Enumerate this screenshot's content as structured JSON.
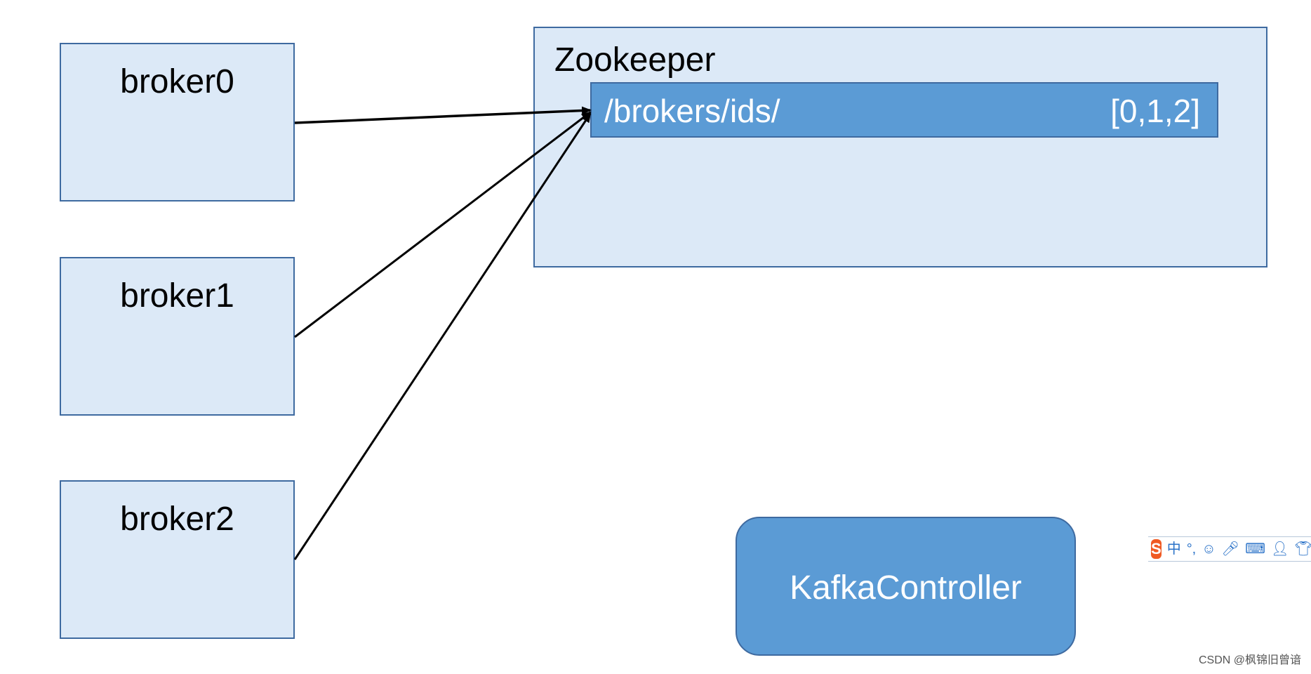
{
  "brokers": [
    {
      "label": "broker0"
    },
    {
      "label": "broker1"
    },
    {
      "label": "broker2"
    }
  ],
  "zookeeper": {
    "title": "Zookeeper",
    "path": "/brokers/ids/",
    "ids_value": "[0,1,2]"
  },
  "controller": {
    "label": "KafkaController"
  },
  "ime_toolbar": {
    "logo": "S",
    "mode": "中",
    "punct": "°,",
    "icons": [
      "smiley-icon",
      "microphone-icon",
      "keyboard-icon",
      "person-icon",
      "shirt-icon"
    ]
  },
  "watermark": "CSDN @枫锦旧曾谙",
  "colors": {
    "box_fill": "#dce9f7",
    "accent_fill": "#5b9bd5",
    "border": "#3e6aa0"
  }
}
